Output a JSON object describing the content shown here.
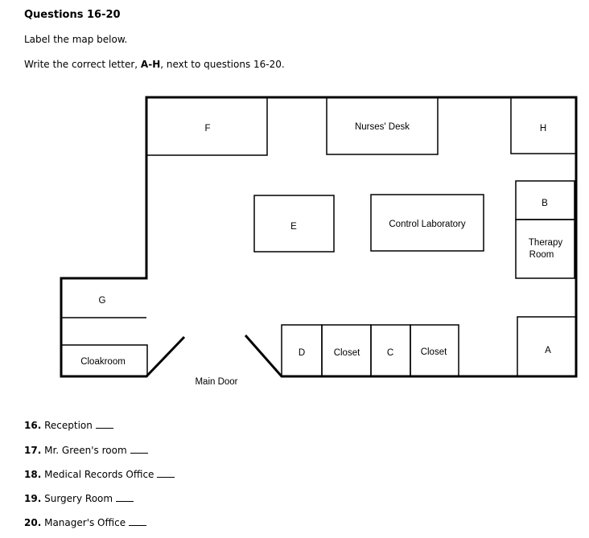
{
  "header": {
    "title": "Questions 16-20",
    "instruction1": "Label the map below.",
    "instruction2_pre": "Write the correct letter, ",
    "instruction2_bold": "A-H",
    "instruction2_post": ", next to questions 16-20."
  },
  "map": {
    "labels": {
      "f": "F",
      "nurses_desk": "Nurses' Desk",
      "h": "H",
      "b": "B",
      "e": "E",
      "control_lab": "Control Laboratory",
      "therapy1": "Therapy",
      "therapy2": "Room",
      "g": "G",
      "cloakroom": "Cloakroom",
      "d": "D",
      "closet1": "Closet",
      "c": "C",
      "closet2": "Closet",
      "a": "A",
      "main_door": "Main Door"
    }
  },
  "questions": [
    {
      "number": "16.",
      "text": "Reception"
    },
    {
      "number": "17.",
      "text": "Mr. Green's room"
    },
    {
      "number": "18.",
      "text": "Medical Records Office"
    },
    {
      "number": "19.",
      "text": "Surgery Room"
    },
    {
      "number": "20.",
      "text": "Manager's Office"
    }
  ]
}
